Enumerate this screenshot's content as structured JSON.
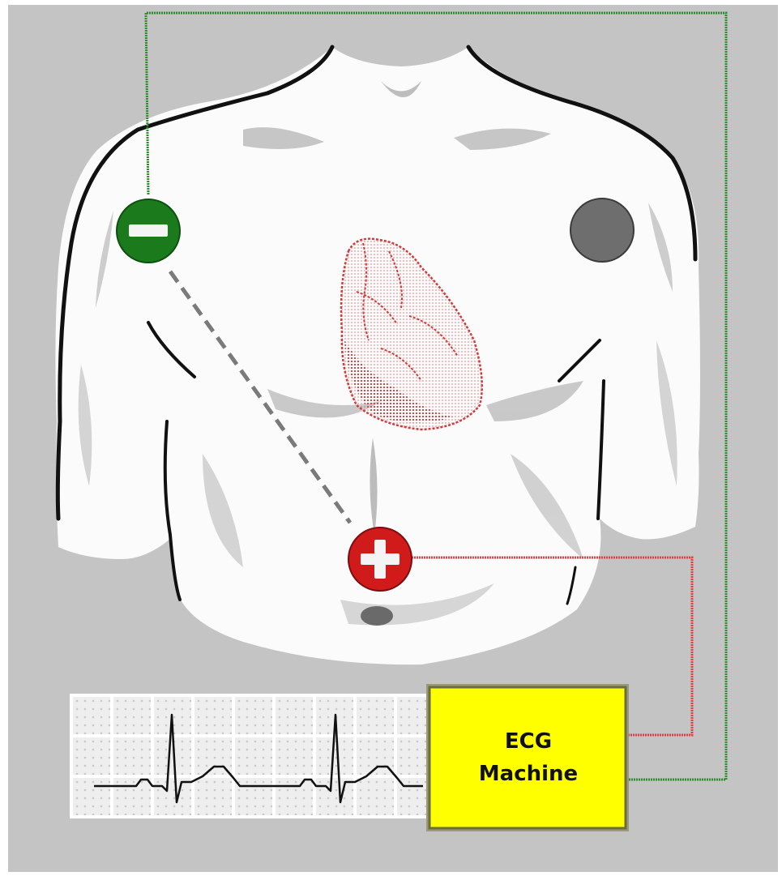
{
  "machine": {
    "line1": "ECG",
    "line2": "Machine"
  },
  "electrodes": [
    {
      "name": "right-arm-electrode",
      "symbol": "minus",
      "color": "#1b7a1b"
    },
    {
      "name": "left-arm-electrode",
      "symbol": "none",
      "color": "#6e6e6e"
    },
    {
      "name": "left-leg-electrode",
      "symbol": "plus",
      "color": "#d11a1a"
    }
  ],
  "colors": {
    "background": "#c4c4c4",
    "torso": "#fbfbfb",
    "heart": "#d23b3b",
    "negative_lead_wire": "#2e8b2e",
    "positive_lead_wire": "#e04040",
    "lead_axis": "#7a7a7a",
    "machine_fill": "#ffff00",
    "ecg_trace": "#111111"
  },
  "icons": [
    "minus-icon",
    "plus-icon",
    "heart-icon"
  ]
}
